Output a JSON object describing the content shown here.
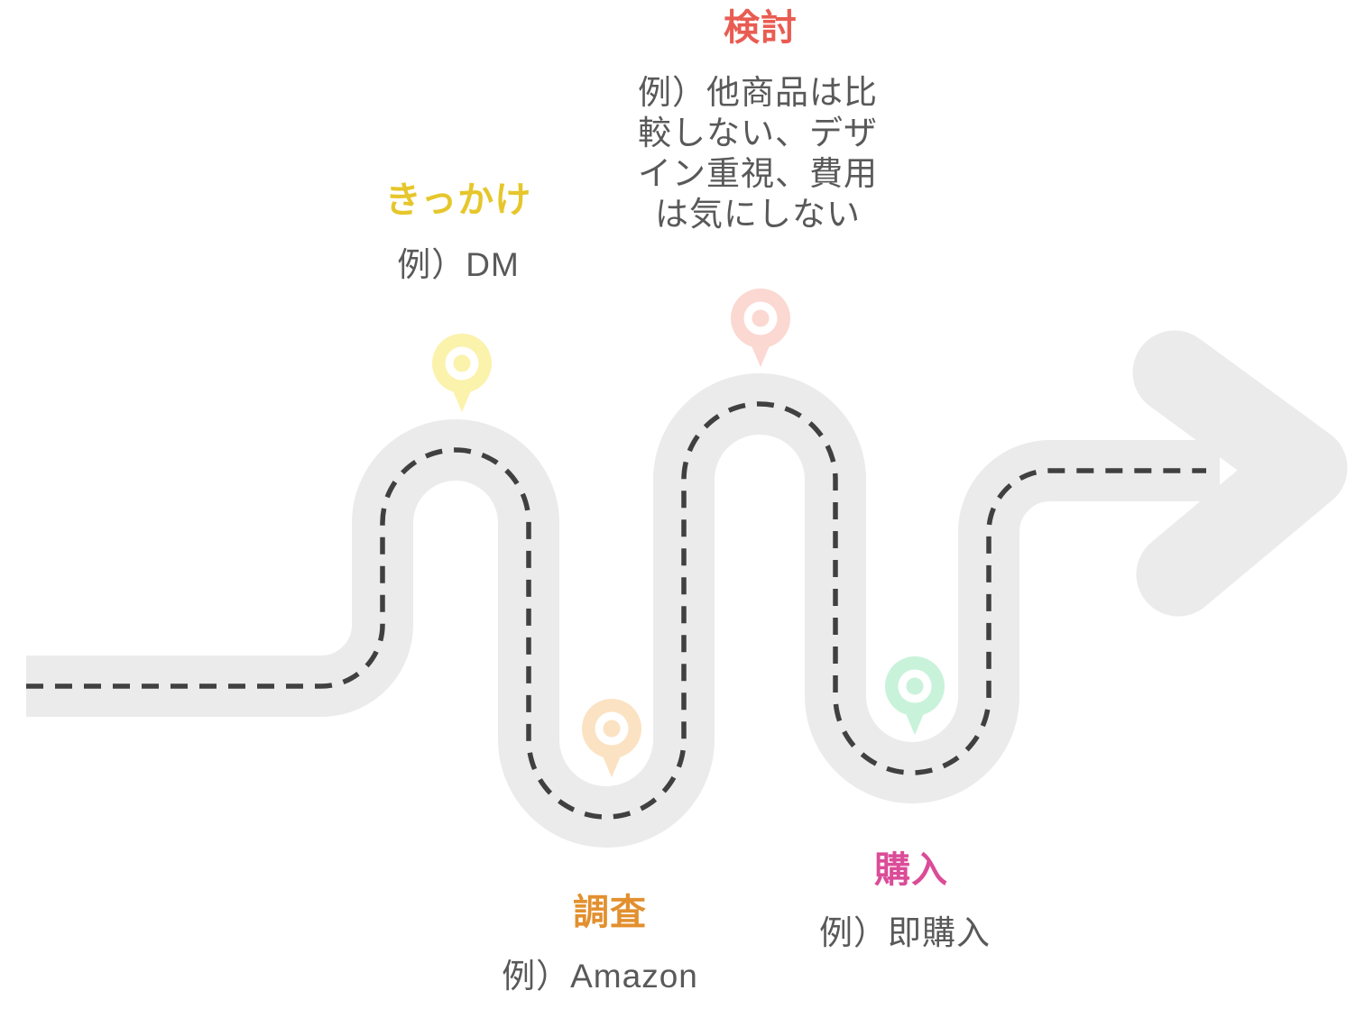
{
  "canvas": {
    "background": "#FFFFFF",
    "description": "customer journey winding road diagram"
  },
  "road": {
    "fill_color": "#EBEBEB",
    "centerline_color": "#404040",
    "centerline_style": "dashed",
    "direction": "left-to-right ending in arrow"
  },
  "example_text_color": "#595959",
  "stages": [
    {
      "label": "きっかけ",
      "label_color": "#E6C62B",
      "pin_color": "#FBF2AC",
      "example": "例）DM",
      "pin_position": "top of first crest"
    },
    {
      "label": "調査",
      "label_color": "#E2902F",
      "pin_color": "#FBE2C2",
      "example": "例）Amazon",
      "pin_position": "bottom of first dip"
    },
    {
      "label": "検討",
      "label_color": "#E95C52",
      "pin_color": "#FBD8D1",
      "example_lines": [
        "例）他商品は比",
        "較しない、デザ",
        "イン重視、費用",
        "は気にしない"
      ],
      "pin_position": "top of second crest"
    },
    {
      "label": "購入",
      "label_color": "#DB4C98",
      "pin_color": "#C9F2DA",
      "example": "例）即購入",
      "pin_position": "bottom of second dip"
    }
  ]
}
